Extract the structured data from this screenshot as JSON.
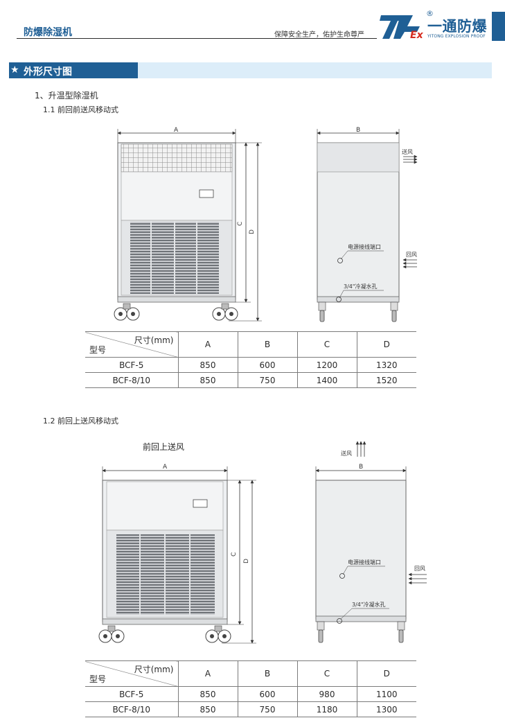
{
  "header": {
    "category": "防爆除湿机",
    "slogan": "保障安全生产，佑护生命尊严",
    "logo_mark": "Ex",
    "logo_name": "一通防爆",
    "logo_en": "YITONG EXPLOSION PROOF",
    "logo_reg": "®"
  },
  "section": {
    "star": "★",
    "title": "外形尺寸图"
  },
  "heading_1": "1、升温型除湿机",
  "sub_1": "1.1 前回前送风移动式",
  "sub_2": "1.2 前回上送风移动式",
  "drawing1": {
    "front_width_label": "A",
    "side_width_label": "B",
    "height_c_label": "C",
    "height_d_label": "D",
    "supply_air": "送风",
    "return_air": "回风",
    "power_port": "电源接线端口",
    "drain_hole": "3/4\"冷凝水孔"
  },
  "drawing2": {
    "caption": "前回上送风",
    "front_width_label": "A",
    "side_width_label": "B",
    "height_c_label": "C",
    "height_d_label": "D",
    "supply_air": "送风",
    "return_air": "回风",
    "power_port": "电源接线端口",
    "drain_hole": "3/4\"冷凝水孔"
  },
  "table1": {
    "corner_top": "尺寸(mm)",
    "corner_bottom": "型号",
    "headers": [
      "A",
      "B",
      "C",
      "D"
    ],
    "rows": [
      {
        "model": "BCF-5",
        "values": [
          "850",
          "600",
          "1200",
          "1320"
        ]
      },
      {
        "model": "BCF-8/10",
        "values": [
          "850",
          "750",
          "1400",
          "1520"
        ]
      }
    ]
  },
  "table2": {
    "corner_top": "尺寸(mm)",
    "corner_bottom": "型号",
    "headers": [
      "A",
      "B",
      "C",
      "D"
    ],
    "rows": [
      {
        "model": "BCF-5",
        "values": [
          "850",
          "600",
          "980",
          "1100"
        ]
      },
      {
        "model": "BCF-8/10",
        "values": [
          "850",
          "750",
          "1180",
          "1300"
        ]
      }
    ]
  }
}
